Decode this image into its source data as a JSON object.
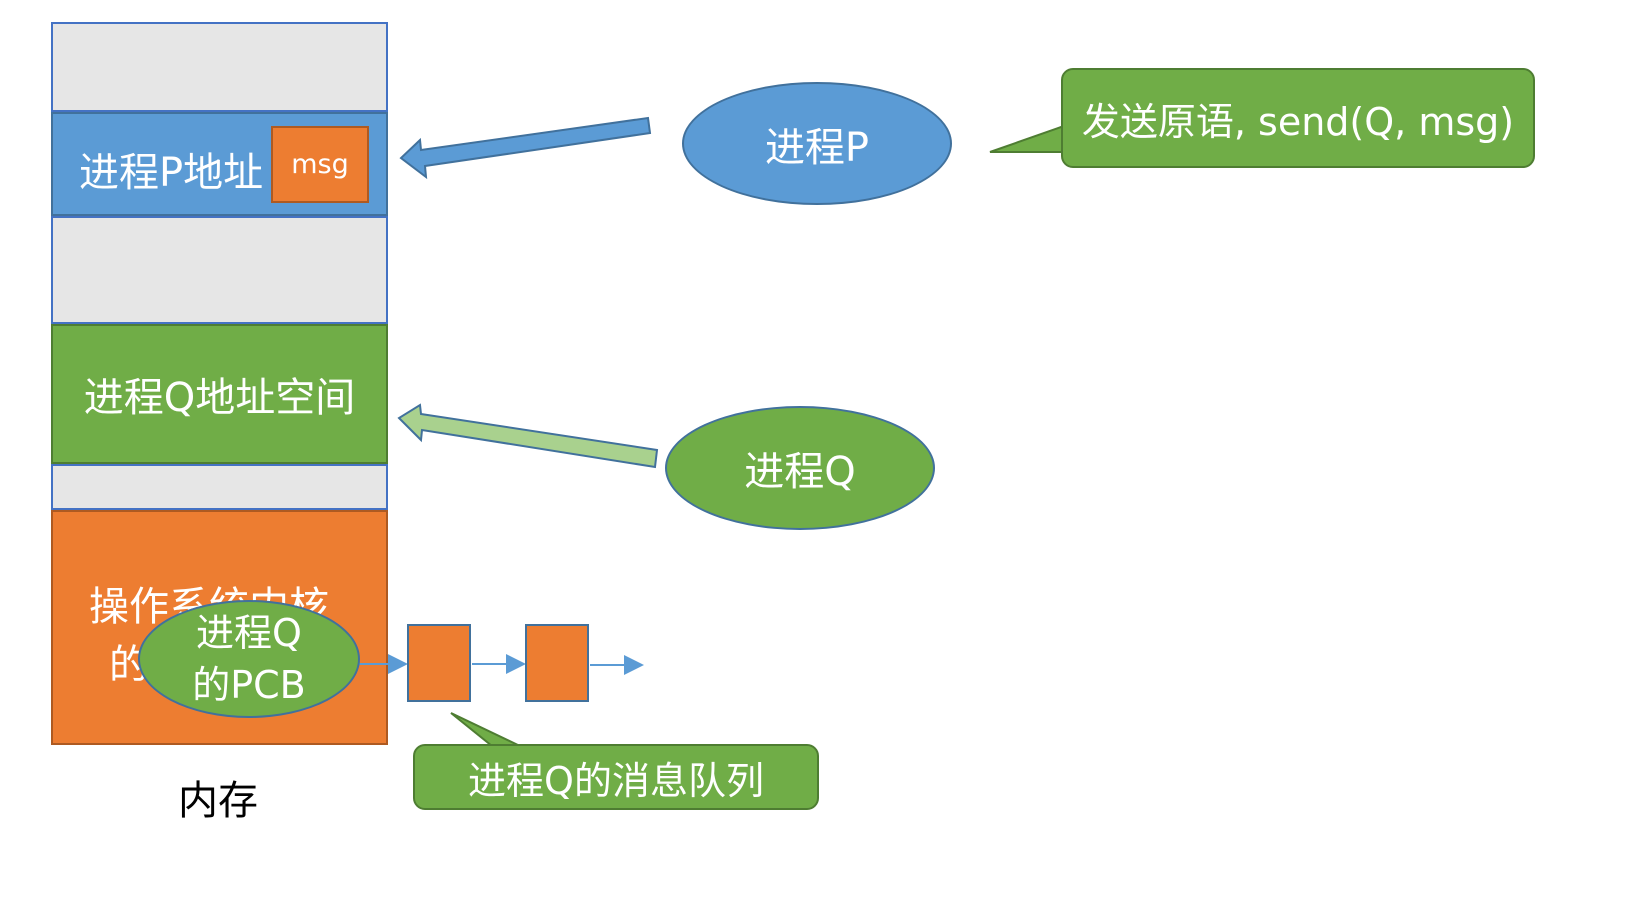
{
  "memory": {
    "p_space_label": "进程P地址",
    "msg_label": "msg",
    "q_space_label": "进程Q地址空间",
    "kernel_label_line1": "操作系统内核",
    "kernel_label_line2": "的",
    "caption": "内存"
  },
  "processes": {
    "p_label": "进程P",
    "q_label": "进程Q"
  },
  "pcb": {
    "line1": "进程Q",
    "line2": "的PCB"
  },
  "callouts": {
    "send": "发送原语, send(Q, msg)",
    "queue": "进程Q的消息队列"
  },
  "colors": {
    "blue": "#5b9bd5",
    "green": "#70ad47",
    "orange": "#ed7d31",
    "gray": "#e6e6e6"
  }
}
